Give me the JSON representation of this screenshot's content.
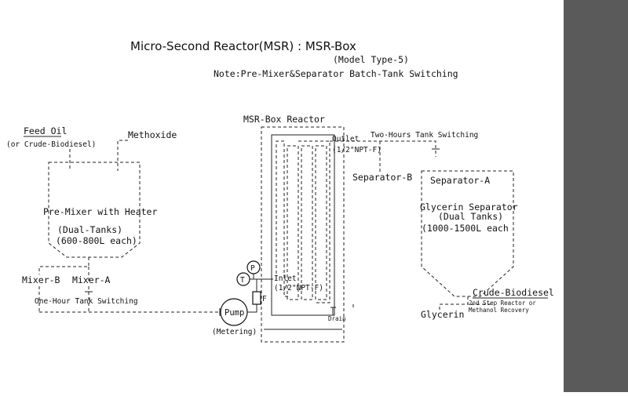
{
  "header": {
    "title": "Micro-Second Reactor(MSR) : MSR-Box",
    "model": "(Model Type-5)",
    "note": "Note:Pre-Mixer&Separator Batch-Tank Switching"
  },
  "inputs": {
    "feed_oil": "Feed Oil",
    "feed_oil_alt": "(or Crude-Biodiesel)",
    "methoxide": "Methoxide"
  },
  "premixer": {
    "name": "Pre-Mixer with Heater",
    "tanks": "(Dual-Tanks)",
    "capacity": "(600-800L each)",
    "mixer_b": "Mixer-B",
    "mixer_a": "Mixer-A",
    "switching": "One-Hour Tank Switching"
  },
  "pump": {
    "label": "Pump",
    "sub": "(Metering)",
    "temp_symbol": "T",
    "pressure_symbol": "P",
    "filter_symbol": "F"
  },
  "reactor": {
    "title": "MSR-Box Reactor",
    "outlet": "Outlet",
    "outlet_size": "(1/2\"NPT-F)",
    "inlet": "Inlet",
    "inlet_size": "(1/2\"NPT-F)",
    "drain": "Drain"
  },
  "separator": {
    "switching": "Two-Hours Tank Switching",
    "sep_b": "Separator-B",
    "sep_a": "Separator-A",
    "name": "Glycerin Separator",
    "tanks": "(Dual Tanks)",
    "capacity": "(1000-1500L each",
    "crude": "Crude-Biodiesel",
    "next_step_1": "2nd Step Reactor or",
    "next_step_2": "Methanol Recovery",
    "glycerin": "Glycerin"
  },
  "colors": {
    "background": "#ffffff",
    "line": "#222222",
    "side_bar": "#5a5a5a"
  }
}
